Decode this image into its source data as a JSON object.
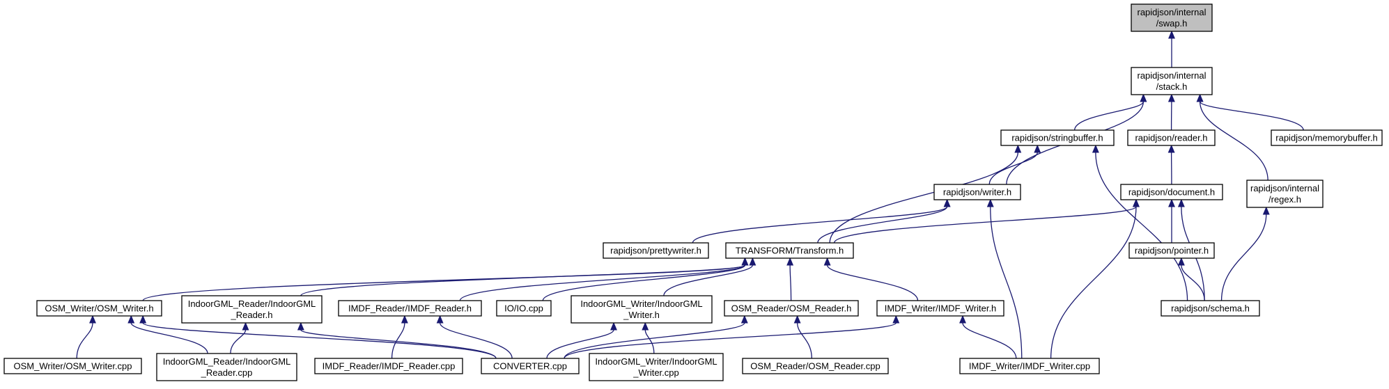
{
  "diagram": {
    "type": "include-dependency-graph",
    "colors": {
      "edge": "#191970",
      "root_fill": "#bfbfbf",
      "node_fill": "#ffffff",
      "node_border": "#000000"
    },
    "nodes": [
      {
        "id": "swap",
        "lines": [
          "rapidjson/internal",
          "/swap.h"
        ],
        "root": true
      },
      {
        "id": "stack",
        "lines": [
          "rapidjson/internal",
          "/stack.h"
        ]
      },
      {
        "id": "stringbuffer",
        "lines": [
          "rapidjson/stringbuffer.h"
        ]
      },
      {
        "id": "reader",
        "lines": [
          "rapidjson/reader.h"
        ]
      },
      {
        "id": "memorybuffer",
        "lines": [
          "rapidjson/memorybuffer.h"
        ]
      },
      {
        "id": "writer",
        "lines": [
          "rapidjson/writer.h"
        ]
      },
      {
        "id": "document",
        "lines": [
          "rapidjson/document.h"
        ]
      },
      {
        "id": "regex",
        "lines": [
          "rapidjson/internal",
          "/regex.h"
        ]
      },
      {
        "id": "prettywriter",
        "lines": [
          "rapidjson/prettywriter.h"
        ]
      },
      {
        "id": "transform",
        "lines": [
          "TRANSFORM/Transform.h"
        ]
      },
      {
        "id": "pointer",
        "lines": [
          "rapidjson/pointer.h"
        ]
      },
      {
        "id": "osm_writer_h",
        "lines": [
          "OSM_Writer/OSM_Writer.h"
        ]
      },
      {
        "id": "igml_reader_h",
        "lines": [
          "IndoorGML_Reader/IndoorGML",
          "_Reader.h"
        ]
      },
      {
        "id": "imdf_reader_h",
        "lines": [
          "IMDF_Reader/IMDF_Reader.h"
        ]
      },
      {
        "id": "io_cpp",
        "lines": [
          "IO/IO.cpp"
        ]
      },
      {
        "id": "igml_writer_h",
        "lines": [
          "IndoorGML_Writer/IndoorGML",
          "_Writer.h"
        ]
      },
      {
        "id": "osm_reader_h",
        "lines": [
          "OSM_Reader/OSM_Reader.h"
        ]
      },
      {
        "id": "imdf_writer_h",
        "lines": [
          "IMDF_Writer/IMDF_Writer.h"
        ]
      },
      {
        "id": "schema",
        "lines": [
          "rapidjson/schema.h"
        ]
      },
      {
        "id": "osm_writer_cpp",
        "lines": [
          "OSM_Writer/OSM_Writer.cpp"
        ]
      },
      {
        "id": "igml_reader_cpp",
        "lines": [
          "IndoorGML_Reader/IndoorGML",
          "_Reader.cpp"
        ]
      },
      {
        "id": "imdf_reader_cpp",
        "lines": [
          "IMDF_Reader/IMDF_Reader.cpp"
        ]
      },
      {
        "id": "converter",
        "lines": [
          "CONVERTER.cpp"
        ]
      },
      {
        "id": "igml_writer_cpp",
        "lines": [
          "IndoorGML_Writer/IndoorGML",
          "_Writer.cpp"
        ]
      },
      {
        "id": "osm_reader_cpp",
        "lines": [
          "OSM_Reader/OSM_Reader.cpp"
        ]
      },
      {
        "id": "imdf_writer_cpp",
        "lines": [
          "IMDF_Writer/IMDF_Writer.cpp"
        ]
      }
    ],
    "edges": [
      {
        "from": "stack",
        "to": "swap"
      },
      {
        "from": "writer",
        "to": "stack"
      },
      {
        "from": "stringbuffer",
        "to": "stack"
      },
      {
        "from": "reader",
        "to": "stack"
      },
      {
        "from": "regex",
        "to": "stack"
      },
      {
        "from": "memorybuffer",
        "to": "stack"
      },
      {
        "from": "writer",
        "to": "stringbuffer"
      },
      {
        "from": "transform",
        "to": "stringbuffer"
      },
      {
        "from": "schema",
        "to": "stringbuffer"
      },
      {
        "from": "document",
        "to": "reader"
      },
      {
        "from": "prettywriter",
        "to": "writer"
      },
      {
        "from": "transform",
        "to": "writer"
      },
      {
        "from": "imdf_writer_cpp",
        "to": "writer"
      },
      {
        "from": "transform",
        "to": "document"
      },
      {
        "from": "pointer",
        "to": "document"
      },
      {
        "from": "schema",
        "to": "document"
      },
      {
        "from": "imdf_writer_cpp",
        "to": "document"
      },
      {
        "from": "schema",
        "to": "regex"
      },
      {
        "from": "schema",
        "to": "pointer"
      },
      {
        "from": "osm_writer_h",
        "to": "transform"
      },
      {
        "from": "igml_reader_h",
        "to": "transform"
      },
      {
        "from": "imdf_reader_h",
        "to": "transform"
      },
      {
        "from": "io_cpp",
        "to": "transform"
      },
      {
        "from": "igml_writer_h",
        "to": "transform"
      },
      {
        "from": "osm_reader_h",
        "to": "transform"
      },
      {
        "from": "imdf_writer_h",
        "to": "transform"
      },
      {
        "from": "osm_writer_cpp",
        "to": "osm_writer_h"
      },
      {
        "from": "igml_reader_cpp",
        "to": "osm_writer_h"
      },
      {
        "from": "converter",
        "to": "osm_writer_h"
      },
      {
        "from": "igml_reader_cpp",
        "to": "igml_reader_h"
      },
      {
        "from": "converter",
        "to": "igml_reader_h"
      },
      {
        "from": "imdf_reader_cpp",
        "to": "imdf_reader_h"
      },
      {
        "from": "converter",
        "to": "imdf_reader_h"
      },
      {
        "from": "converter",
        "to": "igml_writer_h"
      },
      {
        "from": "igml_writer_cpp",
        "to": "igml_writer_h"
      },
      {
        "from": "converter",
        "to": "osm_reader_h"
      },
      {
        "from": "osm_reader_cpp",
        "to": "osm_reader_h"
      },
      {
        "from": "converter",
        "to": "imdf_writer_h"
      },
      {
        "from": "imdf_writer_cpp",
        "to": "imdf_writer_h"
      }
    ]
  }
}
